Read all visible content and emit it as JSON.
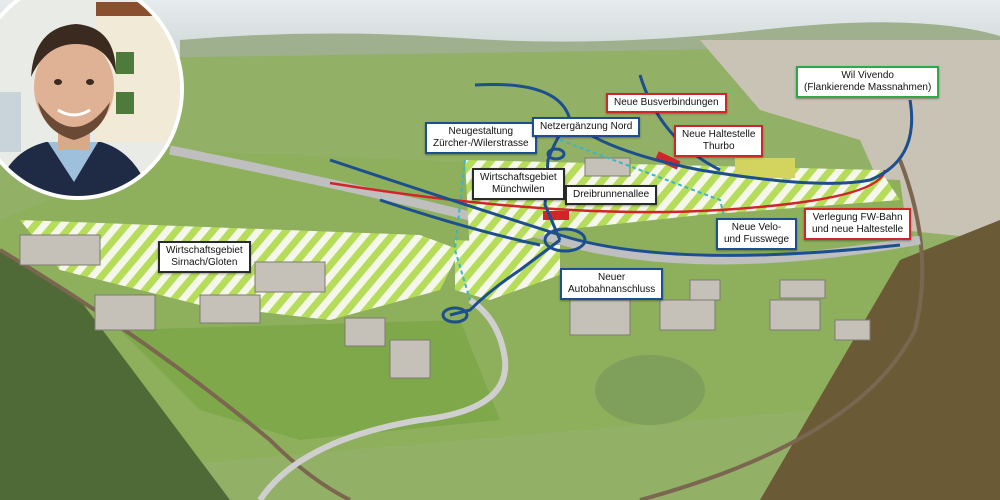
{
  "colors": {
    "planning_blue": "#1d4f8f",
    "cyan_dashed": "#38b6c9",
    "rail_red": "#d0262a",
    "hatch_green": "#b6dd5a",
    "vivendo_green": "#2ea84a"
  },
  "labels": {
    "neugestaltung": [
      "Neugestaltung",
      "Zürcher-/Wilerstrasse"
    ],
    "netzergaenzung": [
      "Netzergänzung Nord"
    ],
    "neue_busverbindungen": [
      "Neue Busverbindungen"
    ],
    "neue_haltestelle_thurbo": [
      "Neue Haltestelle",
      "Thurbo"
    ],
    "wil_vivendo": [
      "Wil Vivendo",
      "(Flankierende Massnahmen)"
    ],
    "wirtschaftsgebiet_muenchwilen": [
      "Wirtschaftsgebiet",
      "Münchwilen"
    ],
    "dreibrunnenallee": [
      "Dreibrunnenallee"
    ],
    "neue_velo": [
      "Neue Velo-",
      "und Fusswege"
    ],
    "verlegung_fw": [
      "Verlegung FW-Bahn",
      "und neue Haltestelle"
    ],
    "wirtschaftsgebiet_sirnach": [
      "Wirtschaftsgebiet",
      "Sirnach/Gloten"
    ],
    "neuer_autobahnanschluss": [
      "Neuer",
      "Autobahnanschluss"
    ]
  }
}
